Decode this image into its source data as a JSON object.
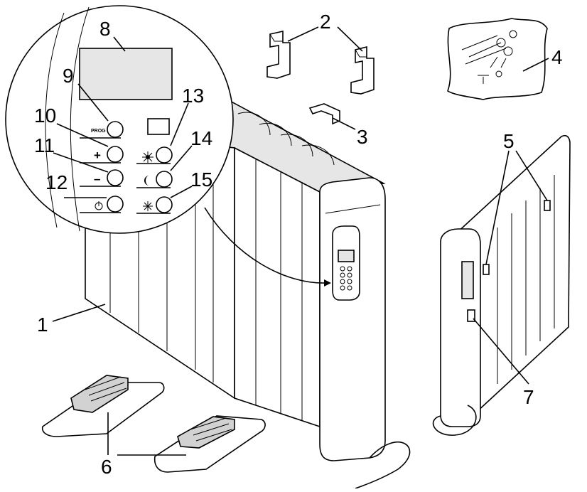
{
  "diagram": {
    "labels": {
      "heater": "1",
      "wall_brackets": "2",
      "bracket": "3",
      "screw_bag": "4",
      "mounting_holes": "5",
      "feet": "6",
      "switch": "7",
      "display": "8",
      "prog_button": "9",
      "plus_button": "10",
      "minus_button": "11",
      "power_button": "12",
      "comfort_button": "13",
      "eco_button": "14",
      "antifrost_button": "15"
    },
    "button_text": {
      "prog": "PROG",
      "plus": "+",
      "minus": "–"
    },
    "icons": {
      "power": "power-icon",
      "comfort": "sun-icon",
      "eco": "moon-icon",
      "antifrost": "snowflake-icon"
    }
  }
}
